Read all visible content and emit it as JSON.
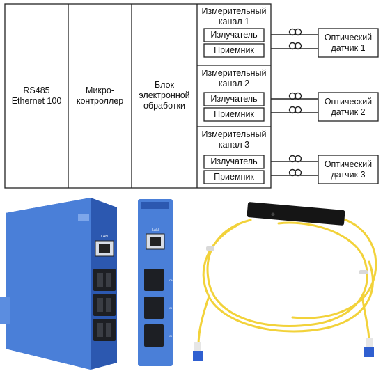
{
  "diagram": {
    "interface_block": "RS485\nEthernet 100",
    "mcu_block": "Микро-\nконтроллер",
    "processing_block": "Блок\nэлектронной\nобработки",
    "channels": [
      {
        "title": "Измерительный\nканал 1",
        "emitter": "Излучатель",
        "receiver": "Приемник",
        "sensor": "Оптический\nдатчик 1"
      },
      {
        "title": "Измерительный\nканал 2",
        "emitter": "Излучатель",
        "receiver": "Приемник",
        "sensor": "Оптический\nдатчик 2"
      },
      {
        "title": "Измерительный\nканал 3",
        "emitter": "Излучатель",
        "receiver": "Приемник",
        "sensor": "Оптический\nдатчик 3"
      }
    ]
  },
  "photo": {
    "device_port_label": "LAN",
    "channel_labels": [
      "CH1",
      "CH2",
      "CH3"
    ]
  },
  "colors": {
    "device_blue": "#3d6fc9",
    "fiber_yellow": "#f2d23a",
    "connector_blue": "#2f5fd0"
  }
}
